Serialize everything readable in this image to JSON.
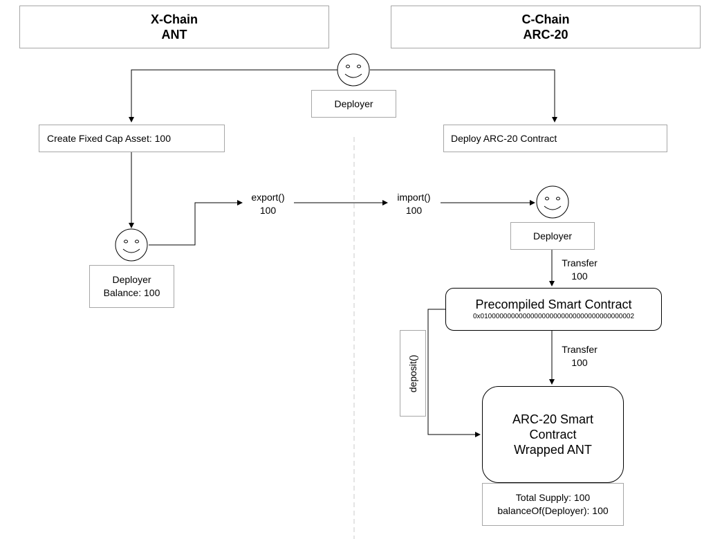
{
  "headers": {
    "x_chain": {
      "line1": "X-Chain",
      "line2": "ANT"
    },
    "c_chain": {
      "line1": "C-Chain",
      "line2": "ARC-20"
    }
  },
  "nodes": {
    "deployer_top": "Deployer",
    "create_asset": "Create Fixed Cap Asset: 100",
    "deploy_contract": "Deploy ARC-20 Contract",
    "deployer_left_line1": "Deployer",
    "deployer_left_line2": "Balance: 100",
    "deployer_right": "Deployer",
    "precompiled_title": "Precompiled Smart Contract",
    "precompiled_address": "0x0100000000000000000000000000000000000002",
    "arc20_line1": "ARC-20 Smart",
    "arc20_line2": "Contract",
    "arc20_line3": "Wrapped ANT",
    "total_supply": "Total Supply: 100",
    "balance_of": "balanceOf(Deployer): 100",
    "deposit": "deposit()"
  },
  "edges": {
    "export_fn": "export()",
    "export_amt": "100",
    "import_fn": "import()",
    "import_amt": "100",
    "transfer1_label": "Transfer",
    "transfer1_amt": "100",
    "transfer2_label": "Transfer",
    "transfer2_amt": "100"
  },
  "icons": {
    "actor": "smiley-face-icon"
  }
}
